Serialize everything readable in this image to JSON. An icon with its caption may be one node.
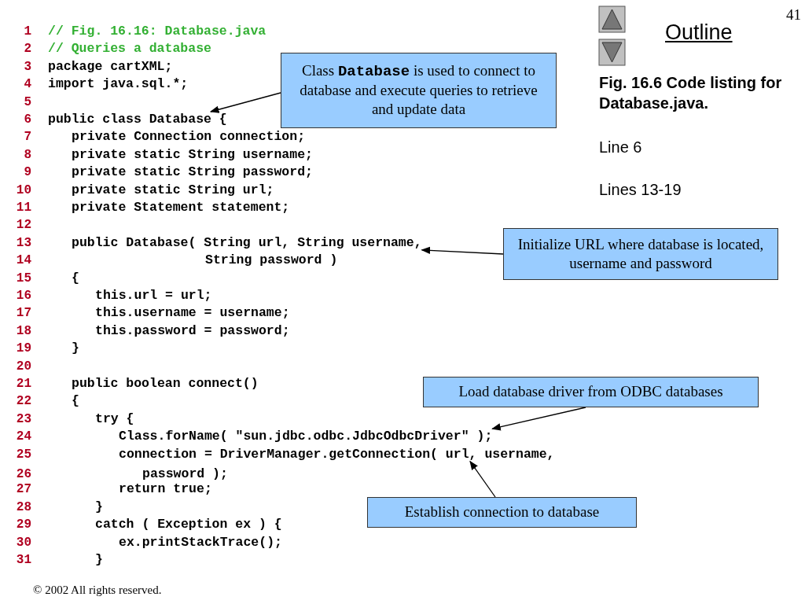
{
  "diagram": {
    "nodes": [
      {
        "text": [
          "Class **Database** is used to connect to database and execute queries to retrieve and update data"
        ]
      },
      {
        "text": [
          "Initialize URL where database is located, username and password"
        ]
      },
      {
        "text": [
          "Load database driver from ODBC databases"
        ]
      },
      {
        "text": [
          "Establish connection to database"
        ]
      },
      {
        "text": [
          "public class Database {"
        ]
      },
      {
        "text": [
          "public Database( String url, String username,"
        ]
      },
      {
        "text": [
          "Class.forName( \"sun.jdbc.odbc.JdbcOdbcDriver\" );"
        ]
      },
      {
        "text": [
          "connection = DriverManager.getConnection( url, username,"
        ]
      }
    ],
    "edges": [
      {
        "from": 0,
        "to": 4,
        "arrow": "to"
      },
      {
        "from": 1,
        "to": 5,
        "arrow": "to"
      },
      {
        "from": 2,
        "to": 6,
        "arrow": "to"
      },
      {
        "from": 3,
        "to": 7,
        "arrow": "to"
      }
    ],
    "labels": [
      "41",
      "Outline",
      "Fig. 16.6 Code listing for Database.java.",
      "Line 6",
      "Lines 13-19",
      "1",
      "// Fig. 16.16: Database.java",
      "2",
      "// Queries a database",
      "3",
      "package cartXML;",
      "4",
      "import java.sql.*;",
      "5",
      "6",
      "7",
      "private Connection connection;",
      "8",
      "private static String username;",
      "9",
      "private static String password;",
      "10",
      "private static String url;",
      "11",
      "private Statement statement;",
      "12",
      "13",
      "14",
      "String password )",
      "15",
      "{",
      "16",
      "this.url = url;",
      "17",
      "this.username = username;",
      "18",
      "this.password = password;",
      "19",
      "}",
      "20",
      "21",
      "public boolean connect()",
      "22",
      "{",
      "23",
      "try {",
      "24",
      "25",
      "26",
      "password );",
      "27",
      "return true;",
      "28",
      "}",
      "29",
      "catch ( Exception ex ) {",
      "30",
      "ex.printStackTrace();",
      "31",
      "}",
      "© 2002 All rights reserved."
    ]
  }
}
